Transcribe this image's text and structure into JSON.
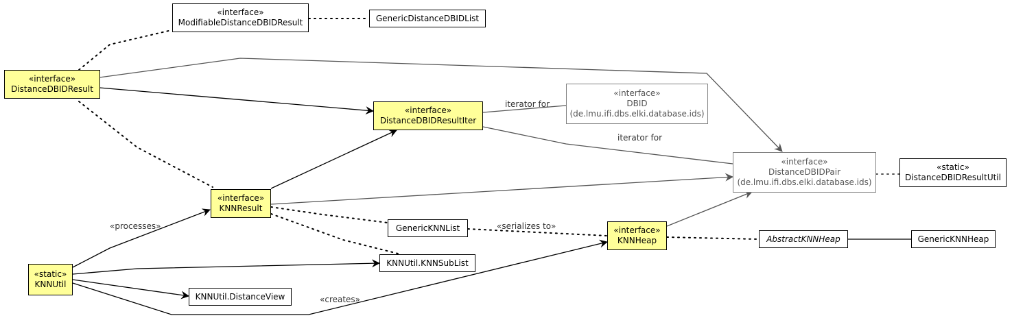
{
  "nodes": {
    "modifiable": {
      "stereotype": "«interface»",
      "name": "ModifiableDistanceDBIDResult"
    },
    "genericDistList": {
      "name": "GenericDistanceDBIDList"
    },
    "distanceDBIDResult": {
      "stereotype": "«interface»",
      "name": "DistanceDBIDResult"
    },
    "resultIter": {
      "stereotype": "«interface»",
      "name": "DistanceDBIDResultIter"
    },
    "dbid": {
      "stereotype": "«interface»",
      "name": "DBID",
      "package": "(de.lmu.ifi.dbs.elki.database.ids)"
    },
    "pair": {
      "stereotype": "«interface»",
      "name": "DistanceDBIDPair",
      "package": "(de.lmu.ifi.dbs.elki.database.ids)"
    },
    "resultUtil": {
      "stereotype": "«static»",
      "name": "DistanceDBIDResultUtil"
    },
    "knnResult": {
      "stereotype": "«interface»",
      "name": "KNNResult"
    },
    "genericKnnList": {
      "name": "GenericKNNList"
    },
    "knnHeap": {
      "stereotype": "«interface»",
      "name": "KNNHeap"
    },
    "abstractKnnHeap": {
      "name": "AbstractKNNHeap"
    },
    "genericKnnHeap": {
      "name": "GenericKNNHeap"
    },
    "knnUtil": {
      "stereotype": "«static»",
      "name": "KNNUtil"
    },
    "subList": {
      "name": "KNNUtil.KNNSubList"
    },
    "distanceView": {
      "name": "KNNUtil.DistanceView"
    }
  },
  "edge_labels": {
    "iter_dbid": "iterator for",
    "iter_pair": "iterator for",
    "serializes": "«serializes to»",
    "processes": "«processes»",
    "creates": "«creates»"
  },
  "colors": {
    "highlight": "#ffff99",
    "border": "#000000",
    "external_border": "#808080",
    "external_edge": "#555555"
  }
}
